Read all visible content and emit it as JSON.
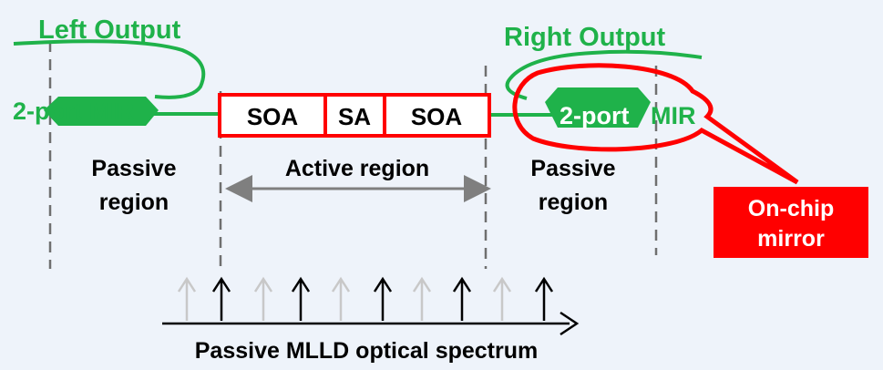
{
  "labels": {
    "left_output": "Left Output",
    "right_output": "Right Output",
    "left_mir": "2-port MIR",
    "right_mir_a": "2-port",
    "right_mir_b": "MIR",
    "soa_left": "SOA",
    "sa": "SA",
    "soa_right": "SOA",
    "passive_left_1": "Passive",
    "passive_left_2": "region",
    "active_region": "Active region",
    "passive_right_1": "Passive",
    "passive_right_2": "region",
    "onchip_1": "On-chip",
    "onchip_2": "mirror",
    "spectrum": "Passive MLLD optical spectrum"
  },
  "colors": {
    "waveguide_green": "#1fb24a",
    "highlight_red": "#ff0000",
    "background": "#eef3fa",
    "arrow_gray": "#7f7f7f",
    "faded_line": "#c8c8c8"
  }
}
